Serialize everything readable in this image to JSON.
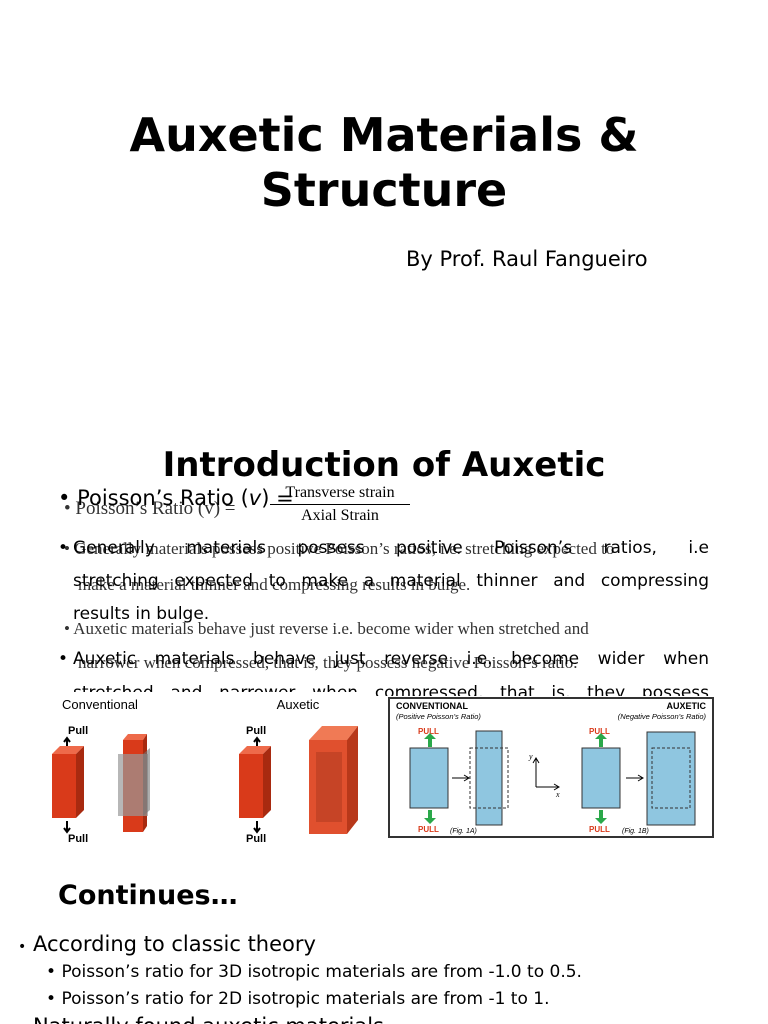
{
  "slide1": {
    "title_line1": "Auxetic Materials &",
    "title_line2": "Structure",
    "byline": "By Prof. Raul Fangueiro"
  },
  "slide2": {
    "title": "Introduction of Auxetic",
    "poisson_label": "Poisson’s Ratio (",
    "poisson_symbol": "v",
    "poisson_after": ") =",
    "fraction_num": "Transverse strain",
    "fraction_den": "Axial Strain",
    "ghost_line1": "Poisson’s Ratio (v) =",
    "ghost_line2": "Generally materials possess positive Poisson’s ratios, i.e. stretching expected to",
    "ghost_line3": "make a material thinner and compressing results in bulge.",
    "ghost_line4": "Auxetic materials behave just reverse i.e. become wider when stretched and",
    "ghost_line5": "narrower when compressed, that is, they possess negative Poisson’s ratio.",
    "bullet2_line1": "Generally materials possess positive Poisson’s ratios, i.e",
    "bullet2_line2": "stretching expected to make a material thinner and compressing",
    "bullet2_line3": "results in bulge.",
    "bullet3_line1": "Auxetic materials behave just reverse i.e. become wider when",
    "bullet3_line2": "stretched and narrower when compressed, that is, they possess",
    "fig_left": {
      "conventional": "Conventional",
      "auxetic": "Auxetic",
      "pull": "Pull"
    },
    "fig_right": {
      "conventional": "CONVENTIONAL",
      "conventional_sub": "(Positive Poisson’s Ratio)",
      "auxetic": "AUXETIC",
      "auxetic_sub": "(Negative Poisson’s Ratio)",
      "pull": "PULL",
      "fig_a": "(Fig. 1A)",
      "fig_b": "(Fig. 1B)",
      "axis_y": "y",
      "axis_x": "x"
    },
    "colors": {
      "red": "#d93a1a",
      "blue": "#8fc6e0",
      "green": "#2aa84a"
    }
  },
  "slide3": {
    "title": "Continues…",
    "l1": "According to classic theory",
    "l2a": "Poisson’s ratio for 3D isotropic materials are from -1.0 to 0.5.",
    "l2b": "Poisson’s ratio for 2D isotropic materials are from -1 to 1.",
    "l1b": "Naturally found auxetic materials"
  }
}
